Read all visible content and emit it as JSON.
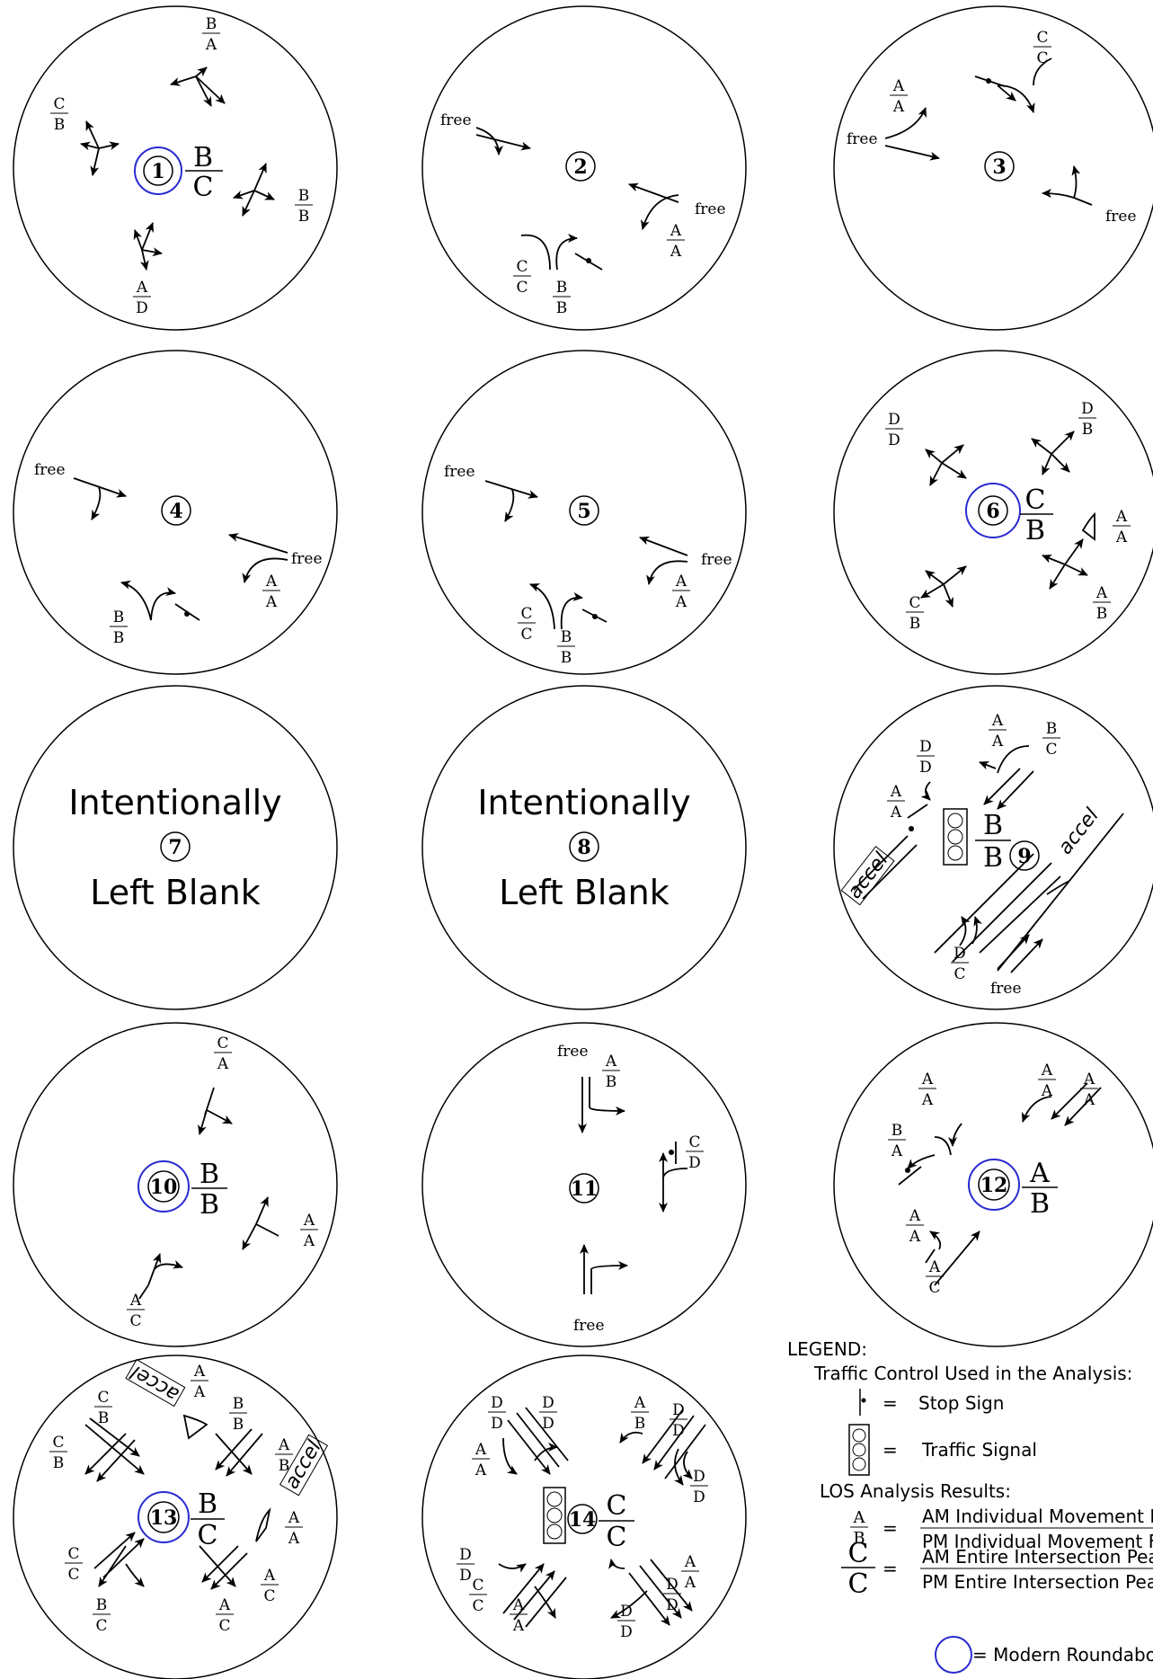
{
  "blank": {
    "line1": "Intentionally",
    "line2": "Left Blank"
  },
  "free": "free",
  "accel": "accel",
  "intersections": [
    {
      "id": "1",
      "overall": [
        "B",
        "C"
      ],
      "roundabout": true,
      "movements": [
        [
          "B",
          "A"
        ],
        [
          "C",
          "B"
        ],
        [
          "B",
          "B"
        ],
        [
          "A",
          "D"
        ]
      ]
    },
    {
      "id": "2",
      "movements": [
        [
          "A",
          "A"
        ],
        [
          "C",
          "C"
        ],
        [
          "B",
          "B"
        ]
      ]
    },
    {
      "id": "3",
      "movements": [
        [
          "C",
          "C"
        ],
        [
          "A",
          "A"
        ]
      ]
    },
    {
      "id": "4",
      "movements": [
        [
          "A",
          "A"
        ],
        [
          "B",
          "B"
        ]
      ]
    },
    {
      "id": "5",
      "movements": [
        [
          "A",
          "A"
        ],
        [
          "C",
          "C"
        ],
        [
          "B",
          "B"
        ]
      ]
    },
    {
      "id": "6",
      "overall": [
        "C",
        "B"
      ],
      "roundabout": true,
      "movements": [
        [
          "D",
          "D"
        ],
        [
          "D",
          "B"
        ],
        [
          "A",
          "A"
        ],
        [
          "C",
          "B"
        ],
        [
          "A",
          "B"
        ]
      ]
    },
    {
      "id": "7",
      "blank": true
    },
    {
      "id": "8",
      "blank": true
    },
    {
      "id": "9",
      "overall": [
        "B",
        "B"
      ],
      "signal": true,
      "movements": [
        [
          "A",
          "A"
        ],
        [
          "B",
          "C"
        ],
        [
          "D",
          "D"
        ],
        [
          "A",
          "A"
        ],
        [
          "D",
          "C"
        ]
      ]
    },
    {
      "id": "10",
      "overall": [
        "B",
        "B"
      ],
      "roundabout": true,
      "movements": [
        [
          "C",
          "A"
        ],
        [
          "A",
          "A"
        ],
        [
          "A",
          "C"
        ]
      ]
    },
    {
      "id": "11",
      "movements": [
        [
          "A",
          "B"
        ],
        [
          "C",
          "D"
        ]
      ]
    },
    {
      "id": "12",
      "overall": [
        "A",
        "B"
      ],
      "roundabout": true,
      "movements": [
        [
          "A",
          "A"
        ],
        [
          "A",
          "A"
        ],
        [
          "A",
          "A"
        ],
        [
          "B",
          "A"
        ],
        [
          "A",
          "A"
        ],
        [
          "A",
          "C"
        ]
      ]
    },
    {
      "id": "13",
      "overall": [
        "B",
        "C"
      ],
      "roundabout": true,
      "movements": [
        [
          "A",
          "A"
        ],
        [
          "C",
          "B"
        ],
        [
          "B",
          "B"
        ],
        [
          "C",
          "B"
        ],
        [
          "A",
          "B"
        ],
        [
          "A",
          "A"
        ],
        [
          "C",
          "C"
        ],
        [
          "B",
          "C"
        ],
        [
          "A",
          "C"
        ],
        [
          "A",
          "C"
        ]
      ]
    },
    {
      "id": "14",
      "overall": [
        "C",
        "C"
      ],
      "signal": true,
      "movements": [
        [
          "D",
          "D"
        ],
        [
          "D",
          "D"
        ],
        [
          "A",
          "B"
        ],
        [
          "D",
          "D"
        ],
        [
          "A",
          "A"
        ],
        [
          "D",
          "D"
        ],
        [
          "D",
          "D"
        ],
        [
          "A",
          "A"
        ],
        [
          "C",
          "C"
        ],
        [
          "A",
          "A"
        ],
        [
          "D",
          "D"
        ],
        [
          "D",
          "D"
        ]
      ]
    }
  ],
  "legend": {
    "title": "LEGEND:",
    "control_heading": "Traffic Control Used in the Analysis:",
    "equals": "=",
    "stop_sign": "Stop Sign",
    "traffic_signal": "Traffic Signal",
    "results_heading": "LOS Analysis Results:",
    "ex_movement": [
      "A",
      "B"
    ],
    "ex_overall": [
      "C",
      "C"
    ],
    "am_movement": "AM Individual Movement F",
    "pm_movement": "PM Individual Movement F",
    "am_overall": "AM Entire Intersection Peak",
    "pm_overall": "PM Entire Intersection Peak",
    "roundabout": "= Modern Roundabo"
  },
  "colors": {
    "roundabout": "#2a2ad0",
    "ink": "#000000"
  }
}
